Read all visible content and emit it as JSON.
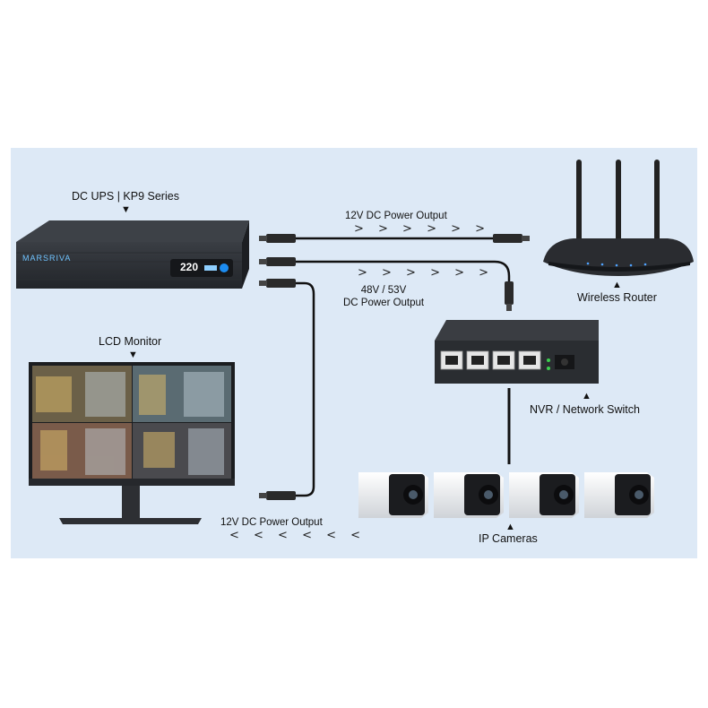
{
  "ups": {
    "title": "DC UPS | KP9 Series",
    "brand": "MARSRIVA",
    "display_value": "220"
  },
  "monitor": {
    "title": "LCD Monitor"
  },
  "router": {
    "title": "Wireless Router"
  },
  "switch": {
    "title": "NVR / Network Switch"
  },
  "cameras": {
    "title": "IP Cameras"
  },
  "outputs": {
    "top": {
      "label": "12V DC Power Output",
      "arrows": "> > > > > >"
    },
    "middle": {
      "label_line1": "48V / 53V",
      "label_line2": "DC Power Output",
      "arrows": "> > > > > >"
    },
    "bottom": {
      "label": "12V DC Power Output",
      "arrows": "< < < < < <"
    }
  },
  "marker": "▼",
  "marker_up": "▲",
  "colors": {
    "background": "#dde9f6",
    "device": "#2b2e33",
    "cable": "#111111",
    "camera_body": "#f2f2f2"
  }
}
